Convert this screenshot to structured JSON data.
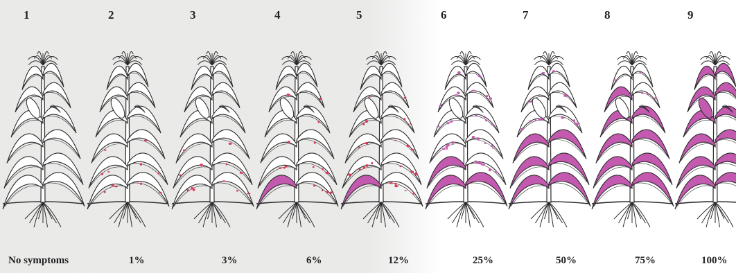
{
  "scale": {
    "colors": {
      "ink": "#2a2a2a",
      "lesion": "#c45ab0",
      "lesion_spot": "#d63a5a",
      "paper_textured": "#ebebea",
      "paper_clean": "#ffffff"
    },
    "stages": [
      {
        "number": "1",
        "label": "No symptoms",
        "severity": 0
      },
      {
        "number": "2",
        "label": "1%",
        "severity": 1
      },
      {
        "number": "3",
        "label": "3%",
        "severity": 3
      },
      {
        "number": "4",
        "label": "6%",
        "severity": 6
      },
      {
        "number": "5",
        "label": "12%",
        "severity": 12
      },
      {
        "number": "6",
        "label": "25%",
        "severity": 25
      },
      {
        "number": "7",
        "label": "50%",
        "severity": 50
      },
      {
        "number": "8",
        "label": "75%",
        "severity": 75
      },
      {
        "number": "9",
        "label": "100%",
        "severity": 100
      }
    ]
  }
}
